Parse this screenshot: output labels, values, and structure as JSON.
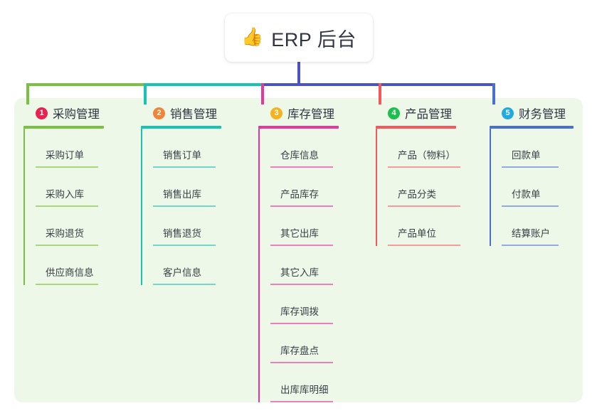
{
  "root": {
    "icon": "thumbs-up-icon",
    "emoji": "👍",
    "title": "ERP 后台"
  },
  "theme": {
    "panel_bg": "#edf8e8",
    "card_bg": "#ffffff",
    "text": "#2f3542",
    "leaf_text": "#3b4048",
    "stem": "#4a53c4"
  },
  "branches": [
    {
      "number": "1",
      "title": "采购管理",
      "badge_color": "#e8224f",
      "line_color": "#7ac143",
      "leaf_line_color": "#a9d87b",
      "bus_color": "#7ac143",
      "items": [
        "采购订单",
        "采购入库",
        "采购退货",
        "供应商信息"
      ]
    },
    {
      "number": "2",
      "title": "销售管理",
      "badge_color": "#f08437",
      "line_color": "#17c4b4",
      "leaf_line_color": "#72d6cb",
      "bus_color": "#17c4b4",
      "items": [
        "销售订单",
        "销售出库",
        "销售退货",
        "客户信息"
      ]
    },
    {
      "number": "3",
      "title": "库存管理",
      "badge_color": "#f5b321",
      "line_color": "#e5389a",
      "leaf_line_color": "#ef7ebd",
      "bus_color": "#4a53c4",
      "items": [
        "仓库信息",
        "产品库存",
        "其它出库",
        "其它入库",
        "库存调拨",
        "库存盘点",
        "出库库明细"
      ]
    },
    {
      "number": "4",
      "title": "产品管理",
      "badge_color": "#1fbf4f",
      "line_color": "#f4585c",
      "leaf_line_color": "#f89a9c",
      "bus_color": "#4a53c4",
      "items": [
        "产品（物料）",
        "产品分类",
        "产品单位"
      ]
    },
    {
      "number": "5",
      "title": "财务管理",
      "badge_color": "#22aae0",
      "line_color": "#4a6fd4",
      "leaf_line_color": "#93a9e4",
      "bus_color": "#4a53c4",
      "items": [
        "回款单",
        "付款单",
        "结算账户"
      ]
    }
  ]
}
